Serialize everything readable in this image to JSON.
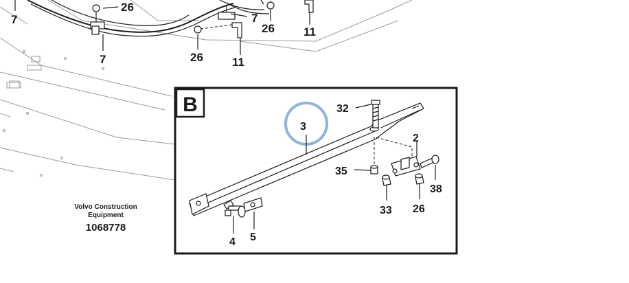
{
  "publisher": {
    "line1": "Volvo Construction",
    "line2": "Equipment",
    "drawing_number": "1068778"
  },
  "detail": {
    "label": "B"
  },
  "callouts": {
    "top_7_left": "7",
    "top_26_a": "26",
    "top_7_b": "7",
    "top_7_c": "7",
    "top_26_b": "26",
    "top_11_a": "11",
    "top_26_c": "26",
    "top_11_b": "11",
    "d_32": "32",
    "d_3": "3",
    "d_2": "2",
    "d_35": "35",
    "d_38": "38",
    "d_33": "33",
    "d_26": "26",
    "d_4": "4",
    "d_5": "5"
  },
  "colors": {
    "highlight_ring": "#8fb3d9",
    "line": "#1a1a1a",
    "frame": "#1a1a1a"
  }
}
